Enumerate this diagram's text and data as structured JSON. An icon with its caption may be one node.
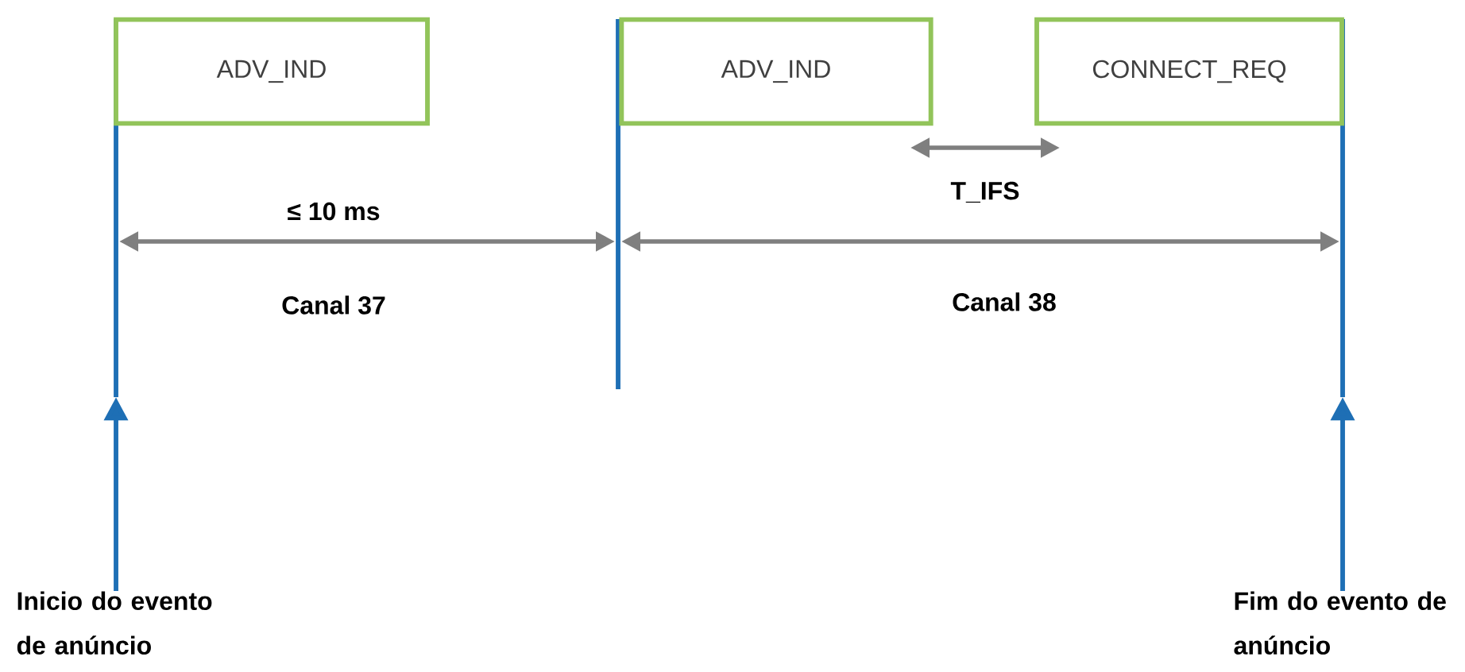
{
  "diagram": {
    "nodes": [
      {
        "text": [
          "ADV_IND"
        ]
      },
      {
        "text": [
          "ADV_IND"
        ]
      },
      {
        "text": [
          "CONNECT_REQ"
        ]
      },
      {
        "text": [
          "Inicio do evento de anúncio"
        ]
      },
      {
        "text": [
          "Fim do evento de anúncio"
        ]
      }
    ],
    "edges": [
      {
        "from": 3,
        "to": null,
        "arrow": "to"
      },
      {
        "from": 4,
        "to": null,
        "arrow": "to"
      }
    ],
    "labels": [
      "≤ 10 ms",
      "Canal 37",
      "T_IFS",
      "Canal 38"
    ]
  }
}
